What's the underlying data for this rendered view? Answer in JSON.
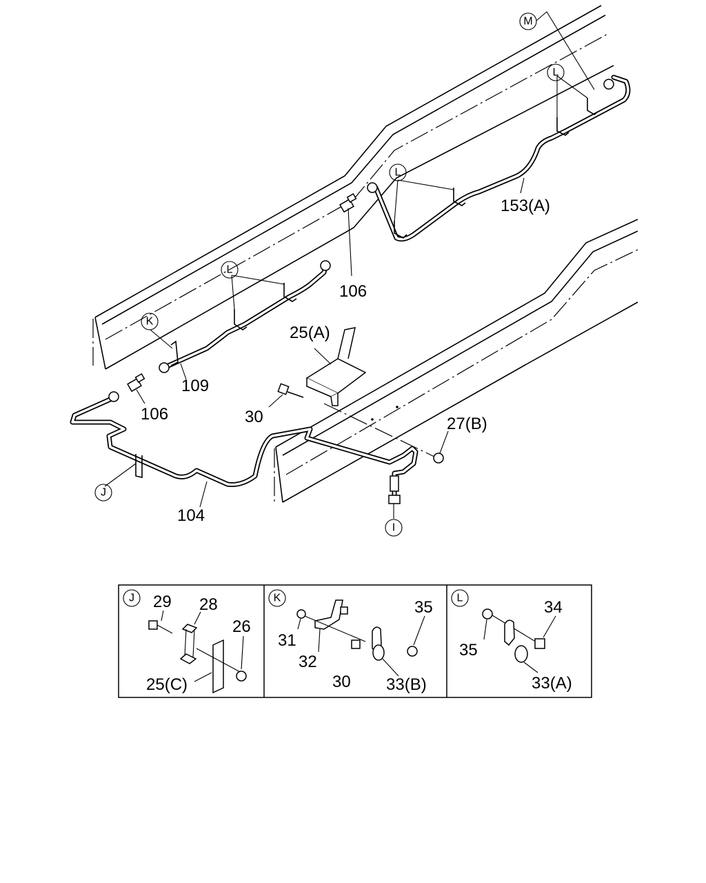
{
  "diagram": {
    "callouts": {
      "M": "M",
      "L1": "L",
      "L2": "L",
      "L3": "L",
      "K": "K",
      "J": "J",
      "I": "I"
    },
    "labels": {
      "p153a": "153(A)",
      "p106a": "106",
      "p106b": "106",
      "p25a": "25(A)",
      "p109": "109",
      "p30": "30",
      "p27b": "27(B)",
      "p104": "104"
    },
    "detail_panels": [
      {
        "key": "J",
        "labels": {
          "a": "29",
          "b": "28",
          "c": "26",
          "d": "25(C)"
        }
      },
      {
        "key": "K",
        "labels": {
          "a": "31",
          "b": "32",
          "c": "30",
          "d": "35",
          "e": "33(B)"
        }
      },
      {
        "key": "L",
        "labels": {
          "a": "35",
          "b": "34",
          "c": "33(A)"
        }
      }
    ]
  }
}
